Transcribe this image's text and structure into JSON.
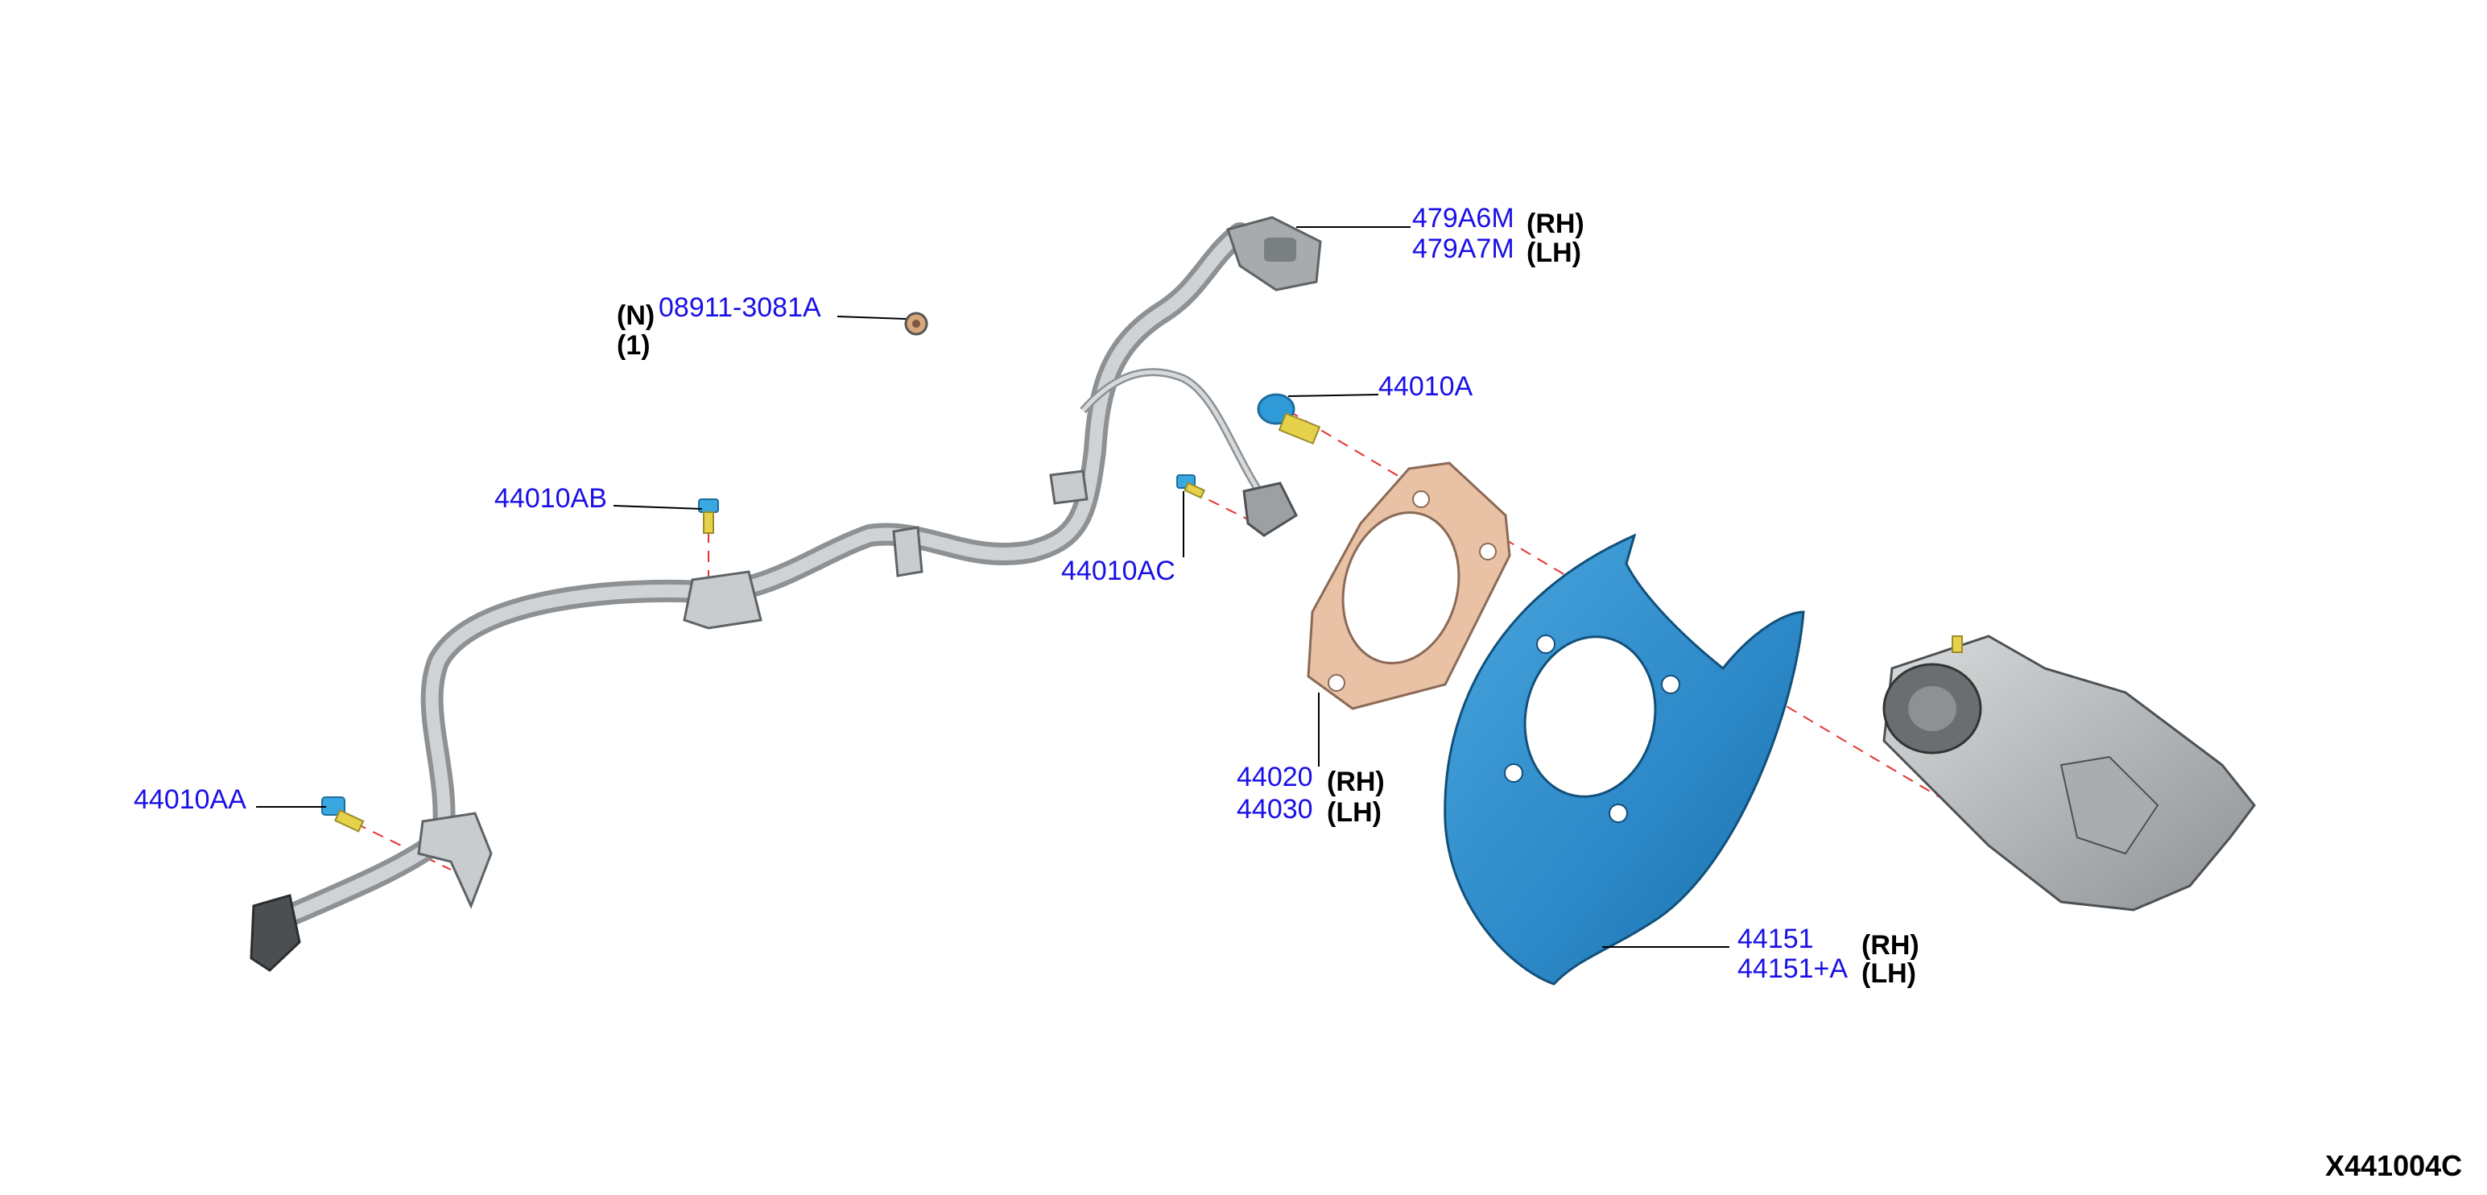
{
  "diagram_id": "X441004C",
  "callouts": {
    "harness": {
      "part_rh": "479A6M",
      "qual_rh": "(RH)",
      "part_lh": "479A7M",
      "qual_lh": "(LH)"
    },
    "nut": {
      "prefix": "(N)",
      "part": "08911-3081A",
      "qty": "(1)"
    },
    "bolt_main": {
      "part": "44010A"
    },
    "bolt_ab": {
      "part": "44010AB"
    },
    "bolt_ac": {
      "part": "44010AC"
    },
    "bolt_aa": {
      "part": "44010AA"
    },
    "bracket": {
      "part_rh": "44020",
      "qual_rh": "(RH)",
      "part_lh": "44030",
      "qual_lh": "(LH)"
    },
    "backplate": {
      "part_rh": "44151",
      "qual_rh": "(RH)",
      "part_lh": "44151+A",
      "qual_lh": "(LH)"
    }
  },
  "colors": {
    "part_number": "#1a10e6",
    "axis_line": "#e3342f",
    "backing_plate": "#2f8fcf",
    "bracket": "#e9c2a6",
    "harness": "#b8bcbf",
    "bolt": "#39a7e0"
  },
  "icons": {
    "harness": "abs-sensor-harness-icon",
    "caliper": "brake-caliper-icon"
  }
}
